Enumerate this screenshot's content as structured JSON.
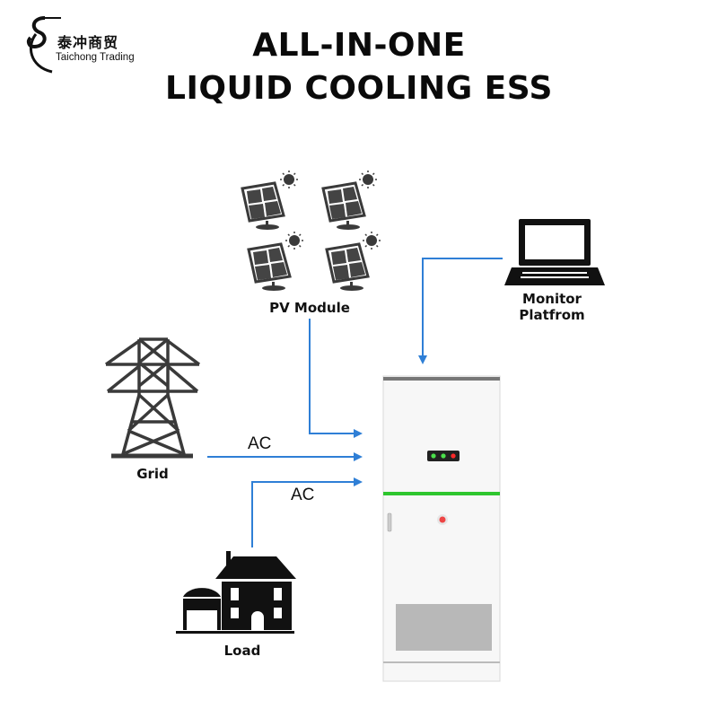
{
  "brand": {
    "name_cn": "泰冲商贸",
    "name_en": "Taichong Trading"
  },
  "header": {
    "title_line1": "ALL-IN-ONE",
    "title_line2": "LIQUID COOLING ESS"
  },
  "nodes": {
    "pv_module": {
      "label": "PV Module",
      "icon": "solar-panel-icon",
      "count": 4
    },
    "monitor": {
      "label_line1": "Monitor",
      "label_line2": "Platfrom",
      "icon": "laptop-icon"
    },
    "grid": {
      "label": "Grid",
      "icon": "power-tower-icon"
    },
    "load": {
      "label": "Load",
      "icon": "house-icon"
    },
    "ess": {
      "icon": "ess-cabinet-icon",
      "indicators": [
        "green",
        "green",
        "red"
      ]
    }
  },
  "connections": [
    {
      "from": "pv_module",
      "to": "ess",
      "label": ""
    },
    {
      "from": "monitor",
      "to": "ess",
      "label": ""
    },
    {
      "from": "grid",
      "to": "ess",
      "label": "AC"
    },
    {
      "from": "load",
      "to": "ess",
      "label": "AC"
    }
  ],
  "colors": {
    "arrow": "#2f7fd6",
    "accent_band": "#2ec62e",
    "icon_dark": "#3a3a3a",
    "indicator_green": "#4be04b",
    "indicator_red": "#ff2a2a"
  }
}
